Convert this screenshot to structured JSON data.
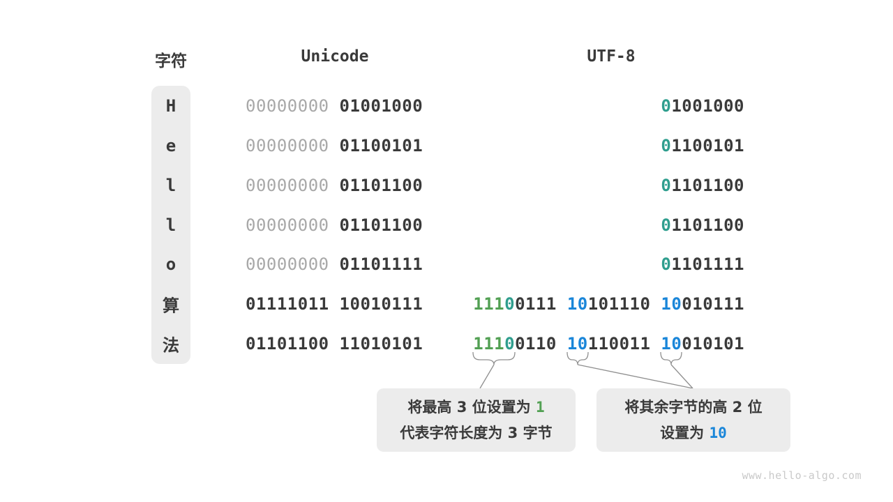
{
  "colors": {
    "dark": "#3a3a3a",
    "gray": "#a8a8a8",
    "teal": "#2f9e8e",
    "green": "#52a053",
    "blue": "#1a86d9",
    "box_bg": "#ececec",
    "connector": "#8f8f8f",
    "watermark": "#c9c9c9"
  },
  "headers": {
    "char": "字符",
    "unicode": "Unicode",
    "utf8": "UTF-8"
  },
  "rows": [
    {
      "char": "H",
      "unicode": [
        [
          "00000000 ",
          "gray"
        ],
        [
          "01001000",
          "dark"
        ]
      ],
      "utf8": [
        [
          "0",
          "teal"
        ],
        [
          "1001000",
          "dark"
        ]
      ]
    },
    {
      "char": "e",
      "unicode": [
        [
          "00000000 ",
          "gray"
        ],
        [
          "01100101",
          "dark"
        ]
      ],
      "utf8": [
        [
          "0",
          "teal"
        ],
        [
          "1100101",
          "dark"
        ]
      ]
    },
    {
      "char": "l",
      "unicode": [
        [
          "00000000 ",
          "gray"
        ],
        [
          "01101100",
          "dark"
        ]
      ],
      "utf8": [
        [
          "0",
          "teal"
        ],
        [
          "1101100",
          "dark"
        ]
      ]
    },
    {
      "char": "l",
      "unicode": [
        [
          "00000000 ",
          "gray"
        ],
        [
          "01101100",
          "dark"
        ]
      ],
      "utf8": [
        [
          "0",
          "teal"
        ],
        [
          "1101100",
          "dark"
        ]
      ]
    },
    {
      "char": "o",
      "unicode": [
        [
          "00000000 ",
          "gray"
        ],
        [
          "01101111",
          "dark"
        ]
      ],
      "utf8": [
        [
          "0",
          "teal"
        ],
        [
          "1101111",
          "dark"
        ]
      ]
    },
    {
      "char": "算",
      "unicode": [
        [
          "01111011 10010111",
          "dark"
        ]
      ],
      "utf8": [
        [
          "111",
          "green"
        ],
        [
          "0",
          "teal"
        ],
        [
          "0111 ",
          "dark"
        ],
        [
          "10",
          "blue"
        ],
        [
          "101110 ",
          "dark"
        ],
        [
          "10",
          "blue"
        ],
        [
          "010111",
          "dark"
        ]
      ]
    },
    {
      "char": "法",
      "unicode": [
        [
          "01101100 11010101",
          "dark"
        ]
      ],
      "utf8": [
        [
          "111",
          "green"
        ],
        [
          "0",
          "teal"
        ],
        [
          "0110 ",
          "dark"
        ],
        [
          "10",
          "blue"
        ],
        [
          "110011 ",
          "dark"
        ],
        [
          "10",
          "blue"
        ],
        [
          "010101",
          "dark"
        ]
      ]
    }
  ],
  "callouts": {
    "left": {
      "lines": [
        [
          [
            "将最高 3 位设置为 ",
            "dark"
          ],
          [
            "1",
            "green"
          ]
        ],
        [
          [
            "代表字符长度为 3 字节",
            "dark"
          ]
        ]
      ]
    },
    "right": {
      "lines": [
        [
          [
            "将其余字节的高 2 位",
            "dark"
          ]
        ],
        [
          [
            "设置为 ",
            "dark"
          ],
          [
            "10",
            "blue"
          ]
        ]
      ]
    }
  },
  "watermark": "www.hello-algo.com"
}
